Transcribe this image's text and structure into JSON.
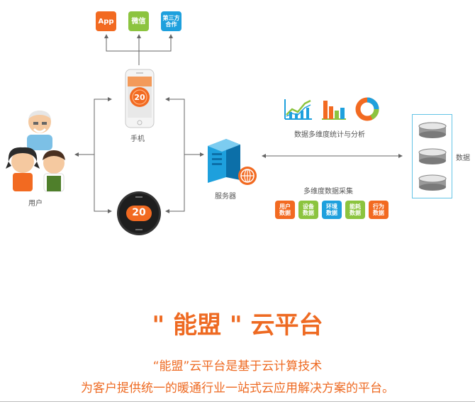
{
  "channels": [
    {
      "label": "App",
      "color": "#f26a21"
    },
    {
      "label": "微信",
      "color": "#8cc43f"
    },
    {
      "label": "第三方\n合作",
      "color": "#1ea0dd"
    }
  ],
  "phone": {
    "label": "手机",
    "temperature": "20"
  },
  "thermostat": {
    "temperature": "20"
  },
  "users": {
    "label": "用户"
  },
  "server": {
    "label": "服务器"
  },
  "analytics": {
    "label": "数据多维度统计与分析"
  },
  "collection": {
    "label": "多维度数据采集",
    "items": [
      {
        "label": "用户\n数据",
        "color": "#f26a21"
      },
      {
        "label": "设备\n数据",
        "color": "#8cc43f"
      },
      {
        "label": "环境\n数据",
        "color": "#1ea0dd"
      },
      {
        "label": "能耗\n数据",
        "color": "#8cc43f"
      },
      {
        "label": "行为\n数据",
        "color": "#f26a21"
      }
    ]
  },
  "database": {
    "label": "数据"
  },
  "title": "\" 能盟 \" 云平台",
  "description": [
    "“能盟”云平台是基于云计算技术",
    "为客户提供统一的暖通行业一站式云应用解决方案的平台。"
  ],
  "colors": {
    "orange": "#ee6a22",
    "green": "#8cc43f",
    "blue": "#1ea0dd"
  }
}
